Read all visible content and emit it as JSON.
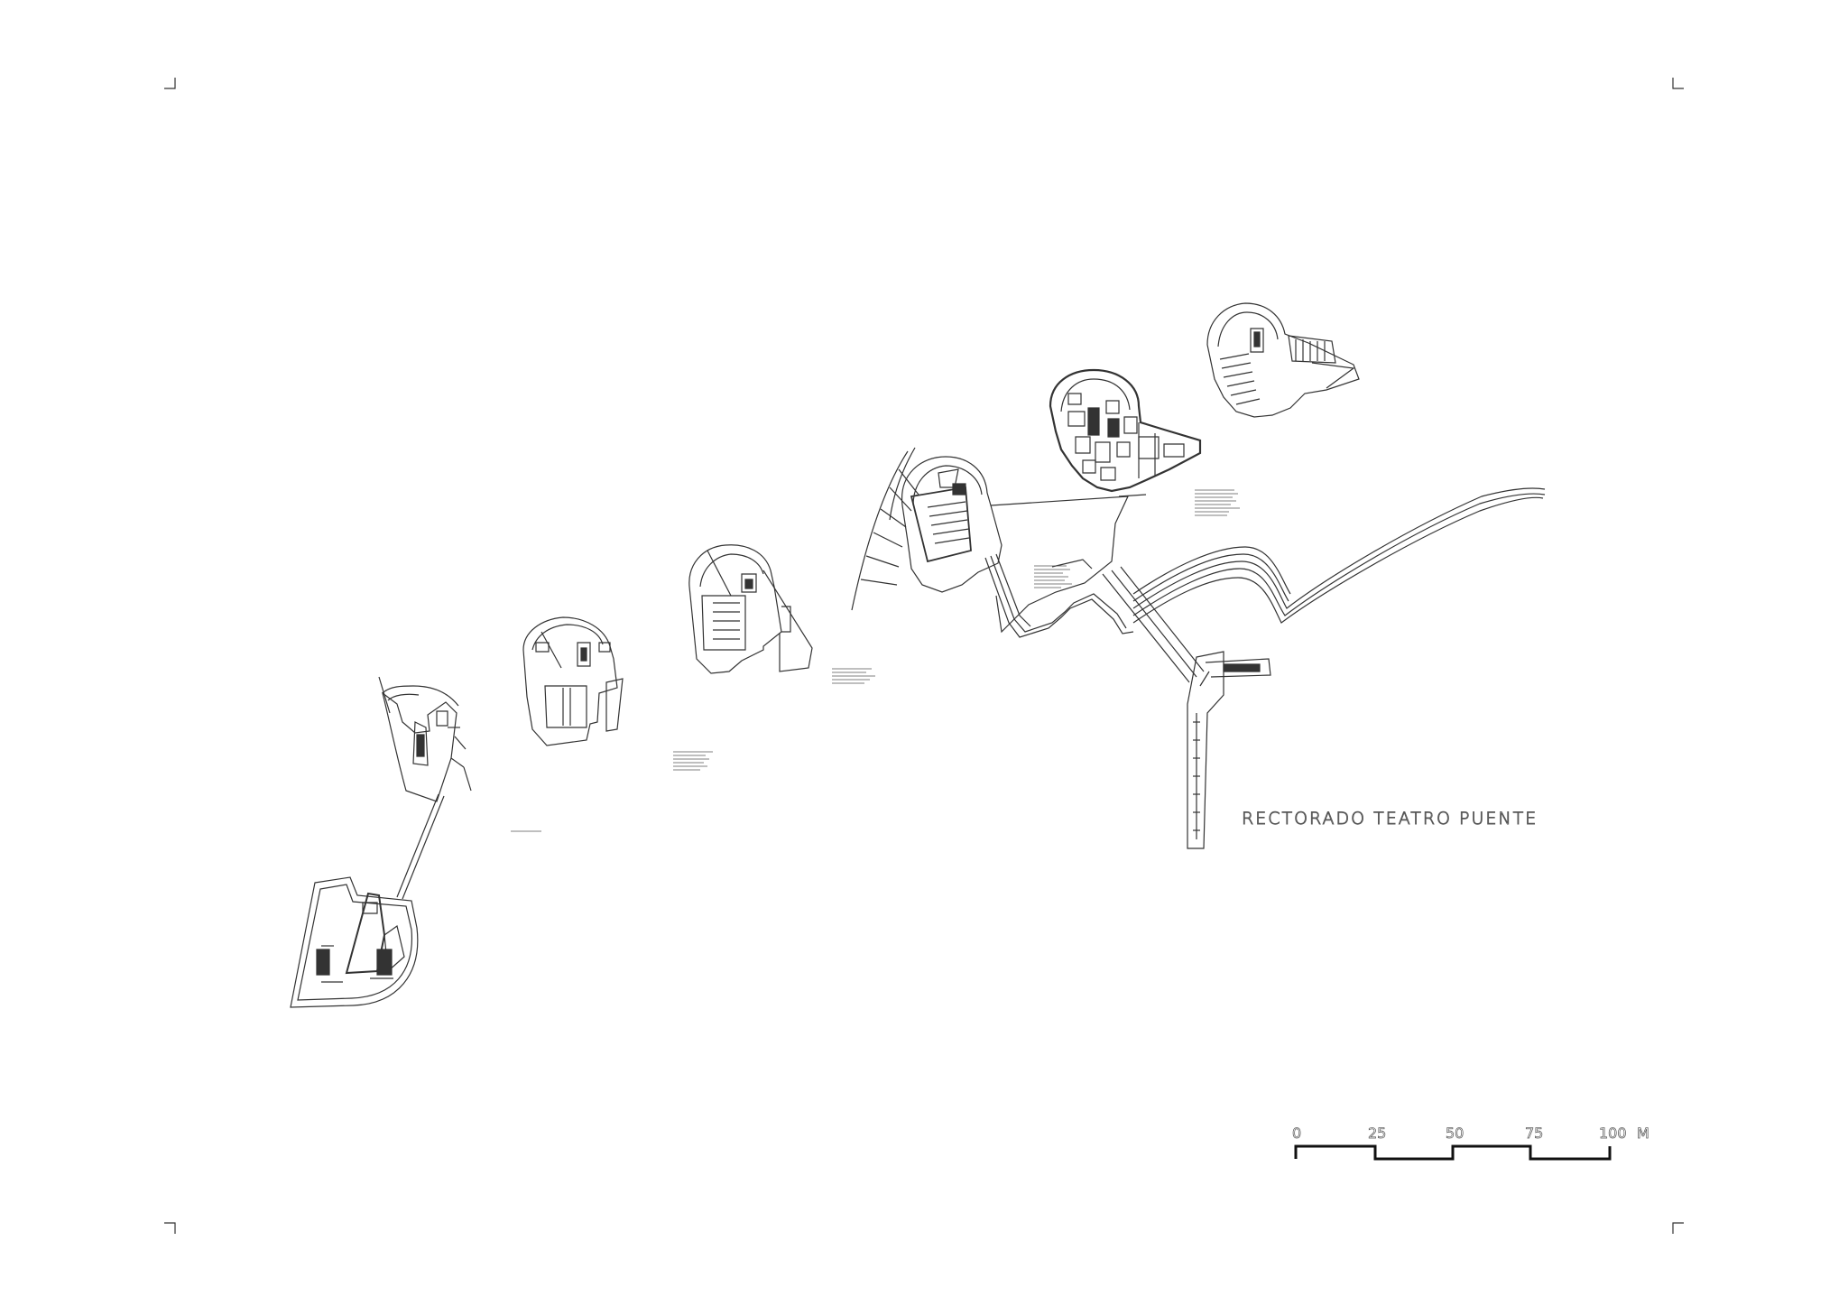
{
  "title": "RECTORADO TEATRO PUENTE",
  "scale_bar": {
    "ticks": [
      "0",
      "25",
      "50",
      "75",
      "100"
    ],
    "unit": "M"
  },
  "plans": [
    {
      "name": "plan-parking"
    },
    {
      "name": "plan-level-1"
    },
    {
      "name": "plan-level-2"
    },
    {
      "name": "plan-level-3"
    },
    {
      "name": "plan-theatre"
    },
    {
      "name": "plan-office-level"
    },
    {
      "name": "plan-roof-level"
    },
    {
      "name": "plan-bridge"
    }
  ],
  "colors": {
    "line": "#333333",
    "fill_dark": "#222222",
    "background": "#ffffff"
  }
}
